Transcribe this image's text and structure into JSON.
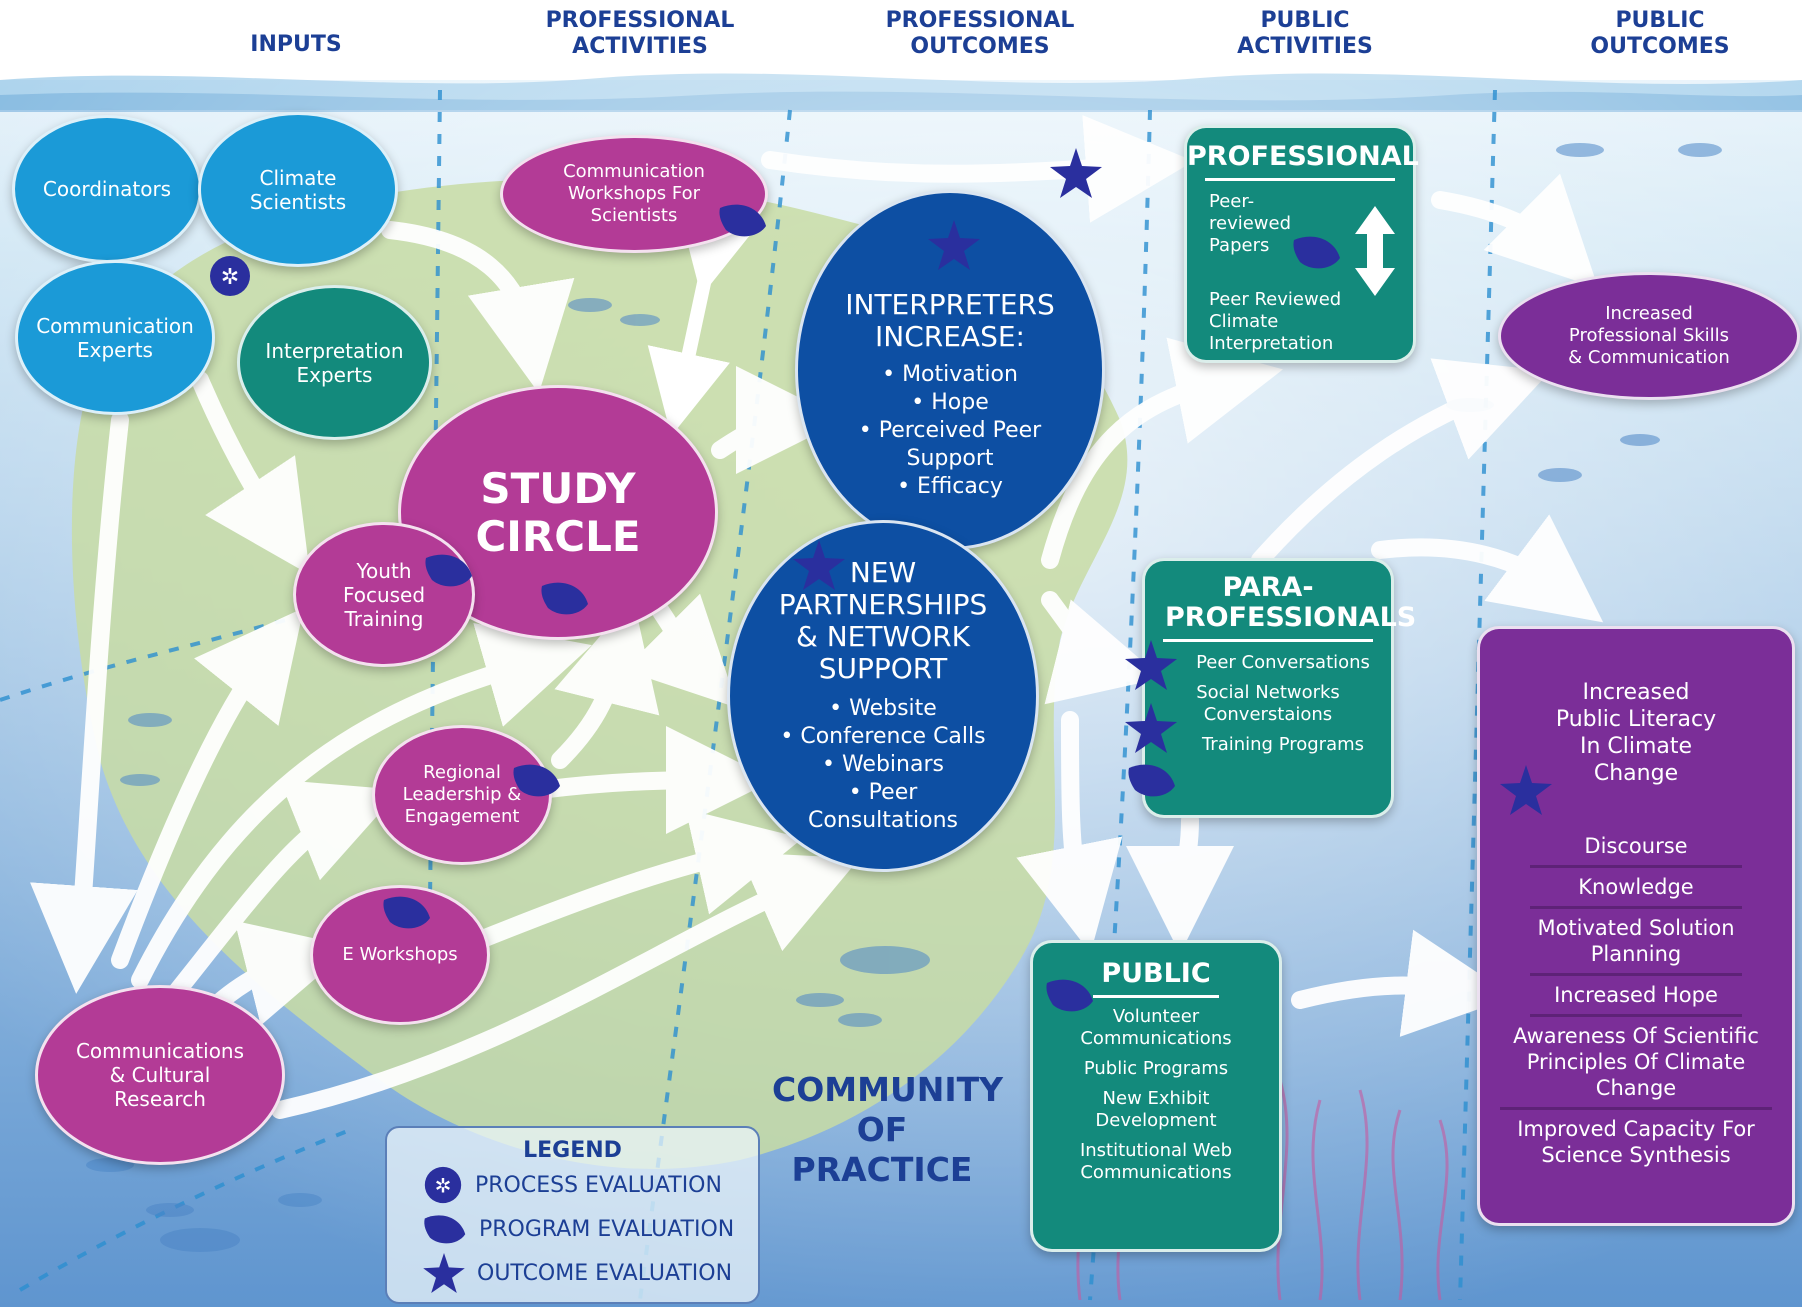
{
  "headers": {
    "inputs": "INPUTS",
    "professional_activities": "PROFESSIONAL ACTIVITIES",
    "professional_outcomes": "PROFESSIONAL OUTCOMES",
    "public_activities": "PUBLIC ACTIVITIES",
    "public_outcomes": "PUBLIC OUTCOMES"
  },
  "inputs": {
    "coordinators": "Coordinators",
    "climate_scientists": "Climate Scientists",
    "communication_experts": "Communication Experts",
    "interpretation_experts": "Interpretation Experts",
    "comm_cultural_research": "Communications & Cultural Research"
  },
  "activities": {
    "comm_workshops": "Communication Workshops For Scientists",
    "study_circle": "STUDY CIRCLE",
    "youth_training": "Youth Focused Training",
    "regional_leadership": "Regional Leadership & Engagement",
    "e_workshops": "E Workshops"
  },
  "outcomes": {
    "interpreters_title": "INTERPRETERS INCREASE:",
    "interpreters_items": [
      "• Motivation",
      "• Hope",
      "• Perceived Peer Support",
      "• Efficacy"
    ],
    "partnerships_title": "NEW PARTNERSHIPS & NETWORK SUPPORT",
    "partnerships_items": [
      "• Website",
      "• Conference Calls",
      "• Webinars",
      "• Peer Consultations"
    ]
  },
  "public_activities": {
    "professional": {
      "title": "PROFESSIONAL",
      "item1": "Peer-reviewed Papers",
      "item2": "Peer Reviewed Climate Interpretation"
    },
    "paraprofessionals": {
      "title": "PARA- PROFESSIONALS",
      "items": [
        "Peer Conversations",
        "Social Networks Converstaions",
        "Training Programs"
      ]
    },
    "public": {
      "title": "PUBLIC",
      "items": [
        "Volunteer Communications",
        "Public Programs",
        "New Exhibit Development",
        "Institutional Web Communications"
      ]
    }
  },
  "public_outcomes": {
    "increased_professional": "Increased Professional Skills & Communication",
    "literacy_title": "Increased Public Literacy In Climate Change",
    "literacy_items": [
      "Discourse",
      "Knowledge",
      "Motivated Solution Planning",
      "Increased Hope",
      "Awareness Of Scientific Principles Of Climate Change",
      "Improved Capacity For Science Synthesis"
    ]
  },
  "community_of_practice": "COMMUNITY OF PRACTICE",
  "legend": {
    "title": "LEGEND",
    "process": "PROCESS EVALUATION",
    "program": "PROGRAM EVALUATION",
    "outcome": "OUTCOME EVALUATION"
  },
  "colors": {
    "inputs_cyan": "#1b9ad7",
    "teal": "#138a7c",
    "magenta": "#b33b96",
    "navy": "#0d4fa3",
    "purple": "#7b2e98",
    "marker_blue": "#2a2f9e"
  }
}
